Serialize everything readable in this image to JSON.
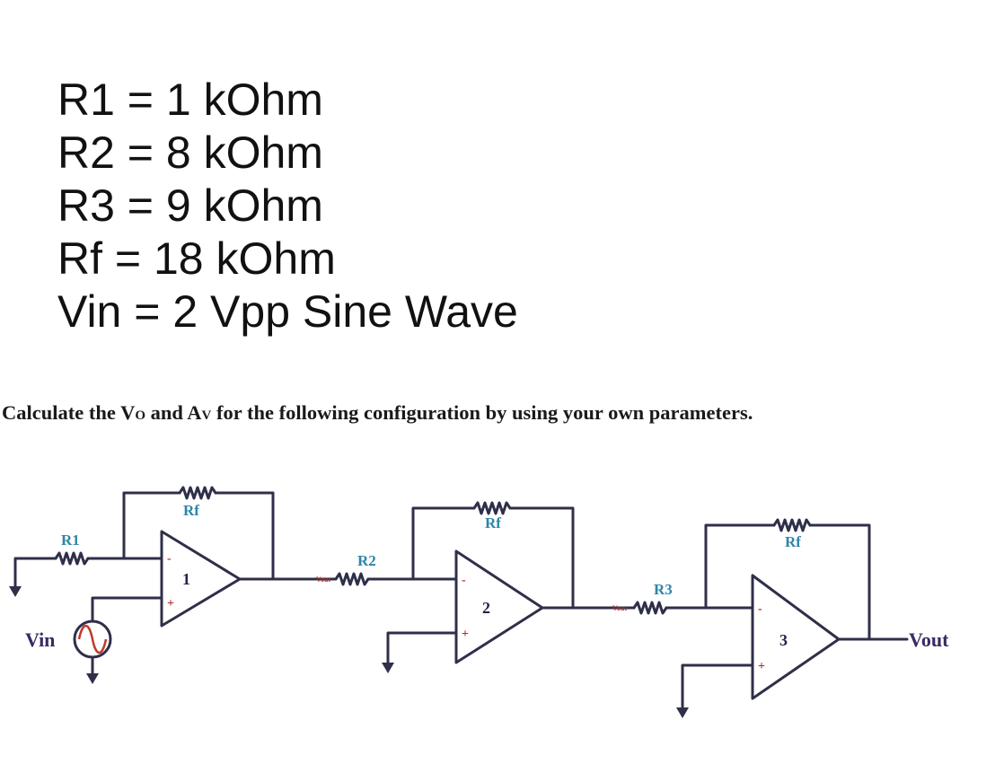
{
  "parameters": [
    "R1 = 1 kOhm",
    "R2 = 8 kOhm",
    "R3 = 9 kOhm",
    "Rf = 18 kOhm",
    "Vin = 2 Vpp Sine Wave"
  ],
  "question": {
    "part1": "Calculate the V",
    "vo_sub": "O",
    "part2": " and A",
    "av_sub": "V",
    "part3": " for the following configuration by using your own parameters."
  },
  "circuit": {
    "labels": {
      "r1": "R1",
      "r2": "R2",
      "r3": "R3",
      "rf": "Rf",
      "vin": "Vin",
      "vout": "Vout",
      "vout_small": "Vout",
      "opamp1": "1",
      "opamp2": "2",
      "opamp3": "3",
      "minus": "-",
      "plus": "+"
    },
    "colors": {
      "wire": "#2f2f4a",
      "resistor_label": "#2c86a8",
      "opamp_fill": "#ffffff",
      "ground": "#2f2f4a",
      "sine": "#c0392b"
    },
    "icons": [
      "ground-icon",
      "ac-source-icon",
      "resistor-icon",
      "opamp-icon"
    ]
  }
}
